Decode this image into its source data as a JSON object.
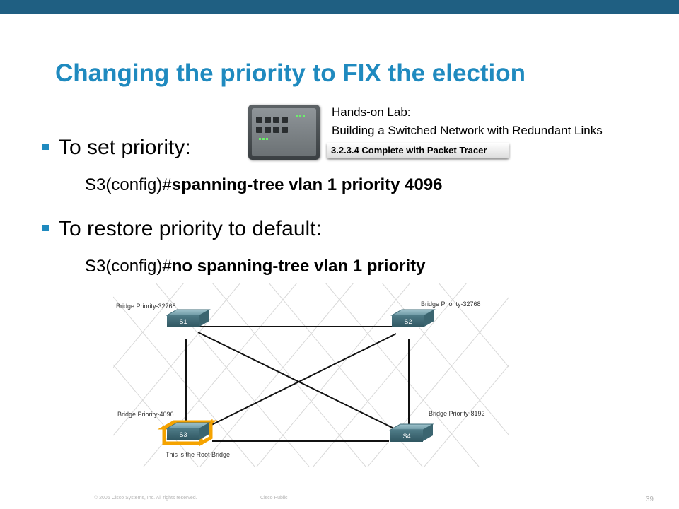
{
  "slide": {
    "title": "Changing the priority to FIX the election",
    "bullets": [
      {
        "text": "To set priority:",
        "cmd_prefix": "S3(config)#",
        "cmd_bold": "spanning-tree vlan 1 priority 4096"
      },
      {
        "text": "To restore priority to default:",
        "cmd_prefix": "S3(config)#",
        "cmd_bold": "no spanning-tree vlan 1 priority"
      }
    ]
  },
  "lab": {
    "heading": "Hands-on Lab:",
    "subtitle": "Building a Switched Network with Redundant Links",
    "packet_tracer": "3.2.3.4 Complete with Packet Tracer"
  },
  "diagram": {
    "switches": [
      {
        "name": "S1",
        "priority_label": "Bridge Priority-32768"
      },
      {
        "name": "S2",
        "priority_label": "Bridge Priority-32768"
      },
      {
        "name": "S3",
        "priority_label": "Bridge Priority-4096",
        "note": "This is the Root Bridge"
      },
      {
        "name": "S4",
        "priority_label": "Bridge Priority-8192"
      }
    ],
    "root_color": "#f5a300"
  },
  "footer": {
    "copyright": "© 2006 Cisco Systems, Inc. All rights reserved.",
    "classification": "Cisco Public",
    "page": "39"
  },
  "colors": {
    "accent": "#1f8abf",
    "topbar": "#1f5f82"
  }
}
